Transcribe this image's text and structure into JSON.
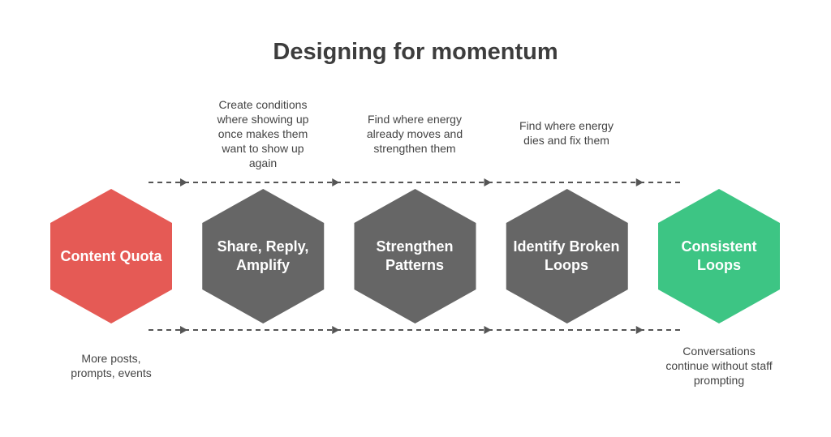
{
  "title": "Designing for momentum",
  "colors": {
    "red": "#E55A55",
    "gray": "#666666",
    "green": "#3DC584",
    "line": "#555555"
  },
  "steps": [
    {
      "label": "Content Quota",
      "color": "#E55A55",
      "caption_below": "More posts, prompts, events"
    },
    {
      "label": "Share, Reply, Amplify",
      "color": "#666666",
      "caption_above": "Create conditions where showing up once makes them want to show up again"
    },
    {
      "label": "Strengthen Patterns",
      "color": "#666666",
      "caption_above": "Find where energy already moves and strengthen them"
    },
    {
      "label": "Identify Broken Loops",
      "color": "#666666",
      "caption_above": "Find where energy dies and fix them"
    },
    {
      "label": "Consistent Loops",
      "color": "#3DC584",
      "caption_below": "Conversations continue without staff prompting"
    }
  ]
}
